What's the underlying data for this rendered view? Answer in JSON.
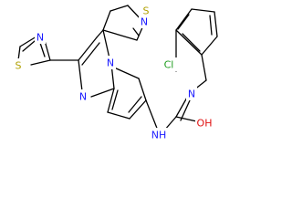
{
  "molecule": {
    "atoms": [
      {
        "id": "s1",
        "symbol": "S"
      },
      {
        "id": "n1",
        "symbol": "N"
      },
      {
        "id": "s2",
        "symbol": "S"
      },
      {
        "id": "n2",
        "symbol": "N"
      },
      {
        "id": "n3",
        "symbol": "N"
      },
      {
        "id": "n4",
        "symbol": "N"
      },
      {
        "id": "cl",
        "symbol": "Cl"
      },
      {
        "id": "n5",
        "symbol": "N"
      },
      {
        "id": "nh",
        "symbol": "NH"
      },
      {
        "id": "oh",
        "symbol": "OH"
      }
    ],
    "colors": {
      "N": "#1a1aff",
      "S": "#b0a000",
      "O": "#e01010",
      "Cl": "#1f9d1f",
      "bond": "#000000"
    }
  }
}
